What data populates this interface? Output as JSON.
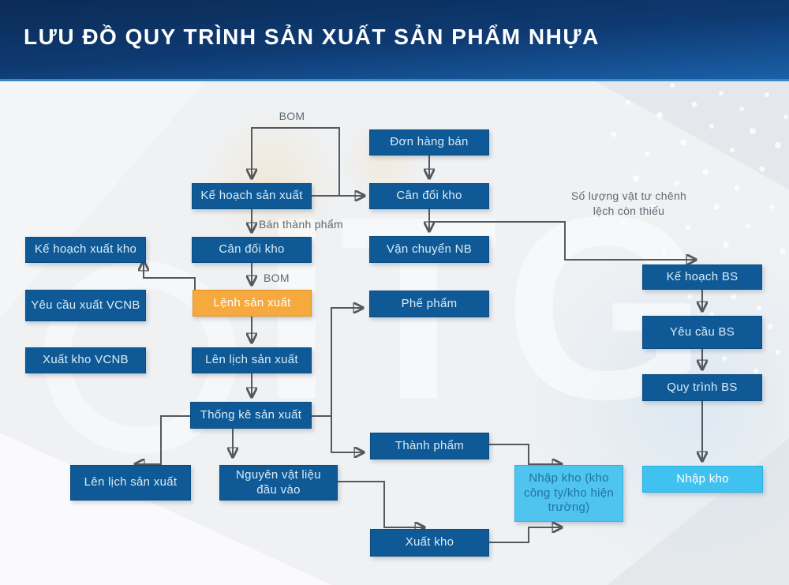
{
  "header": {
    "title": "LƯU ĐỒ QUY TRÌNH SẢN XUẤT SẢN PHẨM NHỰA"
  },
  "watermark": "ITG",
  "labels": {
    "bom_top": "BOM",
    "ban_thanh_pham": "Bán thành phẩm",
    "bom_mid": "BOM",
    "so_luong_vat_tu": "Số lượng vật tư chênh lệch còn thiếu"
  },
  "nodes": {
    "don_hang_ban": "Đơn hàng bán",
    "can_doi_kho_1": "Cân đối kho",
    "ke_hoach_san_xuat": "Kế hoạch sản xuất",
    "ke_hoach_xuat_kho": "Kế hoạch xuất kho",
    "can_doi_kho_2": "Cân đối kho",
    "van_chuyen_nb": "Vận chuyển NB",
    "yeu_cau_xuat_vcnb": "Yêu cầu xuất VCNB",
    "lenh_san_xuat": "Lệnh sản xuất",
    "phe_pham": "Phế phẩm",
    "xuat_kho_vcnb": "Xuất kho VCNB",
    "len_lich_san_xuat_1": "Lên lịch sản xuất",
    "thong_ke_san_xuat": "Thống kê sản xuất",
    "len_lich_san_xuat_2": "Lên lịch sản xuất",
    "nguyen_vat_lieu_dau_vao": "Nguyên vật liệu đầu vào",
    "thanh_pham": "Thành phẩm",
    "nhap_kho_cong_ty": "Nhập kho (kho công ty/kho hiện trường)",
    "xuat_kho": "Xuất kho",
    "ke_hoach_bs": "Kế hoạch BS",
    "yeu_cau_bs": "Yêu cầu BS",
    "quy_trinh_bs": "Quy trình BS",
    "nhap_kho": "Nhập kho"
  },
  "colors": {
    "header_top": "#0b2b56",
    "header_bottom": "#1a60a8",
    "node_dark_blue": "#0f5a96",
    "node_orange": "#f6a93c",
    "node_cyan": "#3fc2ef",
    "node_light_blue": "#4ec4ee",
    "connector_gray": "#54595f",
    "label_gray": "#5f6a73",
    "background": "#eff1f3"
  }
}
